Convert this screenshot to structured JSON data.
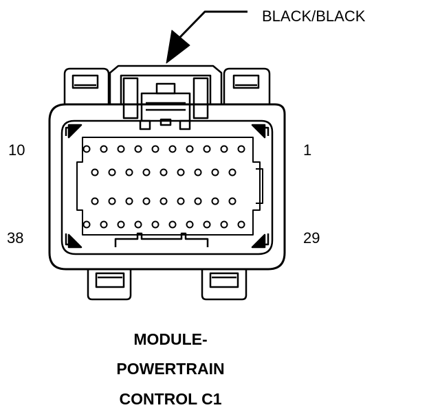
{
  "connector": {
    "color_label": "BLACK/BLACK",
    "pin_labels": {
      "top_left": "10",
      "top_right": "1",
      "bottom_left": "38",
      "bottom_right": "29"
    },
    "title_lines": [
      "MODULE-",
      "POWERTRAIN",
      "CONTROL C1"
    ],
    "pin_rows": [
      10,
      9,
      9,
      10
    ]
  }
}
